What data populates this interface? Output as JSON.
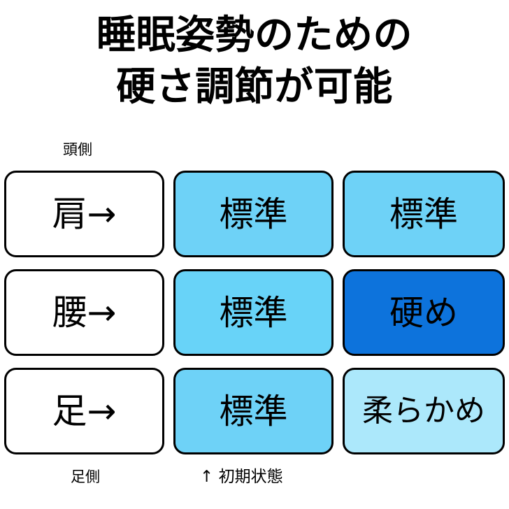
{
  "title": {
    "line1": "睡眠姿勢のための",
    "line2": "硬さ調節が可能"
  },
  "captions": {
    "head_side": "頭側",
    "foot_side": "足側",
    "initial_state": "↑ 初期状態"
  },
  "colors": {
    "standard": "#6ED2F7",
    "standard_bright": "#68D3F8",
    "firm": "#0D73DC",
    "soft": "#ACE8FB",
    "border": "#000000",
    "background": "#FFFFFF",
    "text": "#000000"
  },
  "grid": {
    "rows": [
      {
        "body_part": "肩→",
        "cells": [
          {
            "label": "標準",
            "tone": "standard"
          },
          {
            "label": "標準",
            "tone": "standard"
          }
        ]
      },
      {
        "body_part": "腰→",
        "cells": [
          {
            "label": "標準",
            "tone": "standard-bright"
          },
          {
            "label": "硬め",
            "tone": "firm"
          }
        ]
      },
      {
        "body_part": "足→",
        "cells": [
          {
            "label": "標準",
            "tone": "standard"
          },
          {
            "label": "柔らかめ",
            "tone": "soft"
          }
        ]
      }
    ]
  }
}
